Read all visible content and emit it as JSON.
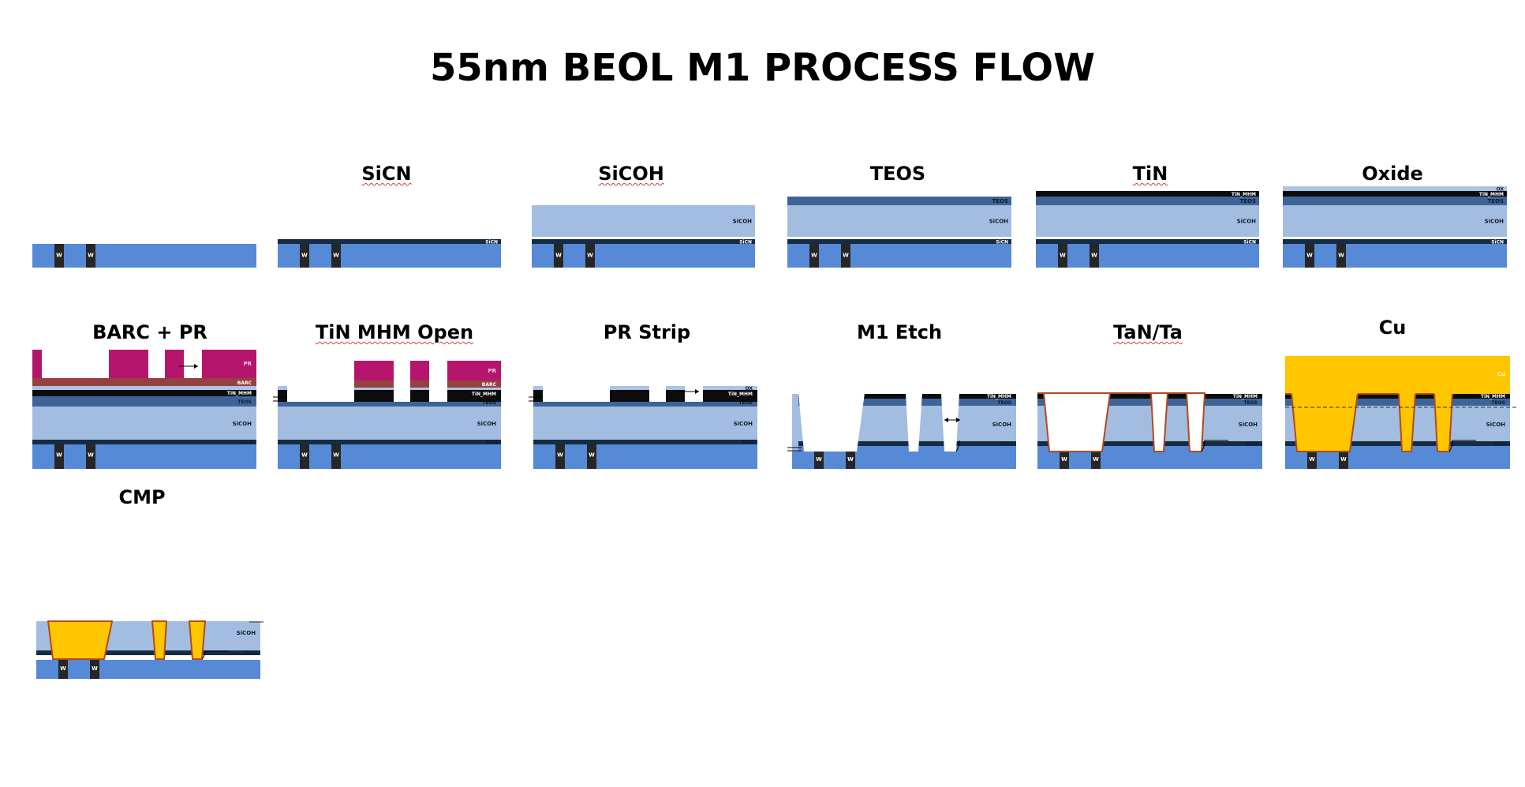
{
  "title": "55nm BEOL M1 PROCESS FLOW",
  "steps": [
    {
      "label": ""
    },
    {
      "label": "SiCN"
    },
    {
      "label": "SiCOH"
    },
    {
      "label": "TEOS"
    },
    {
      "label": "TiN"
    },
    {
      "label": "Oxide"
    },
    {
      "label": "BARC + PR"
    },
    {
      "label": "TiN MHM Open"
    },
    {
      "label": "PR Strip"
    },
    {
      "label": "M1 Etch"
    },
    {
      "label": "TaN/Ta"
    },
    {
      "label": "Cu"
    },
    {
      "label": "CMP"
    }
  ],
  "layer_names": {
    "sicn": "SiCN",
    "sicoh": "SiCOH",
    "teos": "TEOS",
    "tin": "TiN_MHM",
    "ox": "OX",
    "barc": "BARC",
    "pr": "PR",
    "cu": "Cu",
    "w": "W"
  },
  "colors": {
    "substrate": "#578ad6",
    "sicoh": "#a3bde0",
    "sicn": "#162b44",
    "teos": "#3e6397",
    "tin": "#0c0c0c",
    "ox": "#aac4e6",
    "barc": "#96413f",
    "pr": "#b5156c",
    "w_plug": "#262626",
    "cu": "#ffc600",
    "liner": "#b34a1a"
  }
}
